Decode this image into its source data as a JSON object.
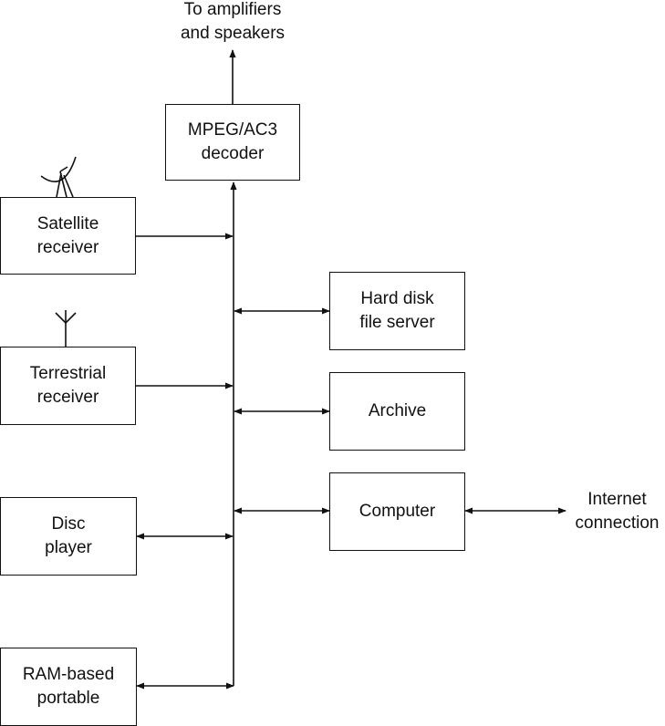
{
  "output_label": {
    "line1": "To amplifiers",
    "line2": "and speakers"
  },
  "decoder": {
    "line1": "MPEG/AC3",
    "line2": "decoder"
  },
  "sources": {
    "satellite": {
      "line1": "Satellite",
      "line2": "receiver"
    },
    "terrestrial": {
      "line1": "Terrestrial",
      "line2": "receiver"
    },
    "disc": {
      "line1": "Disc",
      "line2": "player"
    },
    "ram": {
      "line1": "RAM-based",
      "line2": "portable"
    }
  },
  "peripherals": {
    "hard_disk": {
      "line1": "Hard disk",
      "line2": "file server"
    },
    "archive": {
      "line1": "Archive"
    },
    "computer": {
      "line1": "Computer"
    }
  },
  "internet_label": {
    "line1": "Internet",
    "line2": "connection"
  }
}
